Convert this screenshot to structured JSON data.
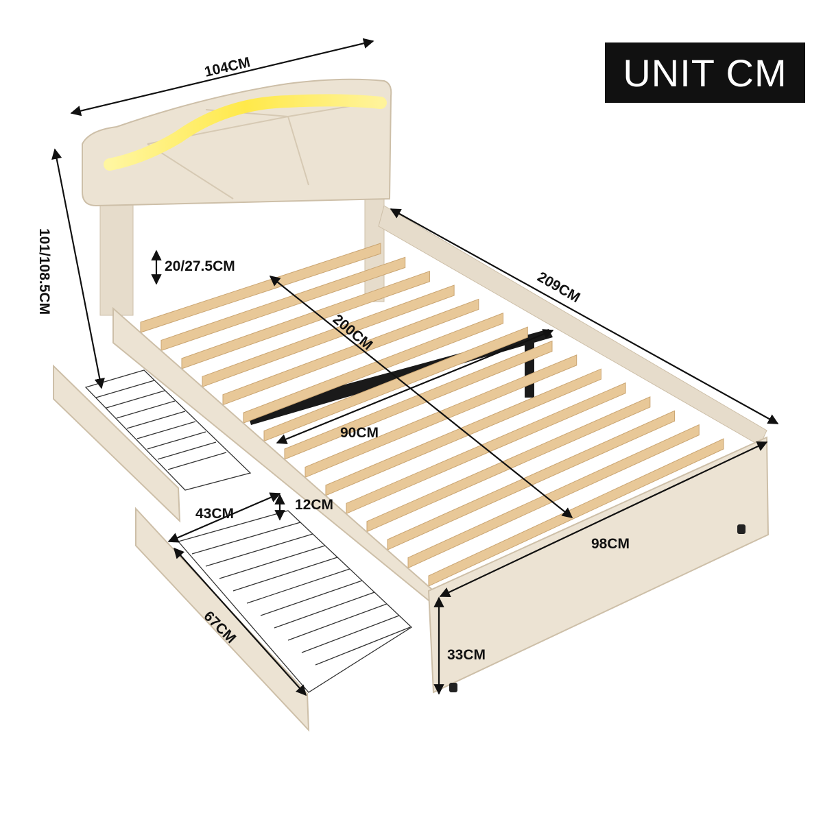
{
  "badge": {
    "unit_label": "UNIT CM"
  },
  "dimensions": {
    "headboard_width": "104CM",
    "headboard_height": "101/108.5CM",
    "under_bed_clearance": "20/27.5CM",
    "mattress_length": "200CM",
    "overall_length": "209CM",
    "mattress_width": "90CM",
    "footboard_width": "98CM",
    "footboard_height": "33CM",
    "drawer_width": "43CM",
    "drawer_height": "12CM",
    "drawer_depth": "67CM"
  },
  "colors": {
    "upholstery": "#ece3d3",
    "upholstery_shadow": "#d8ccb7",
    "slat": "#e8c898",
    "slat_edge": "#caa572",
    "metal": "#1a1a1a",
    "led_glow": "#ffe94a",
    "dimension_line": "#111111"
  }
}
